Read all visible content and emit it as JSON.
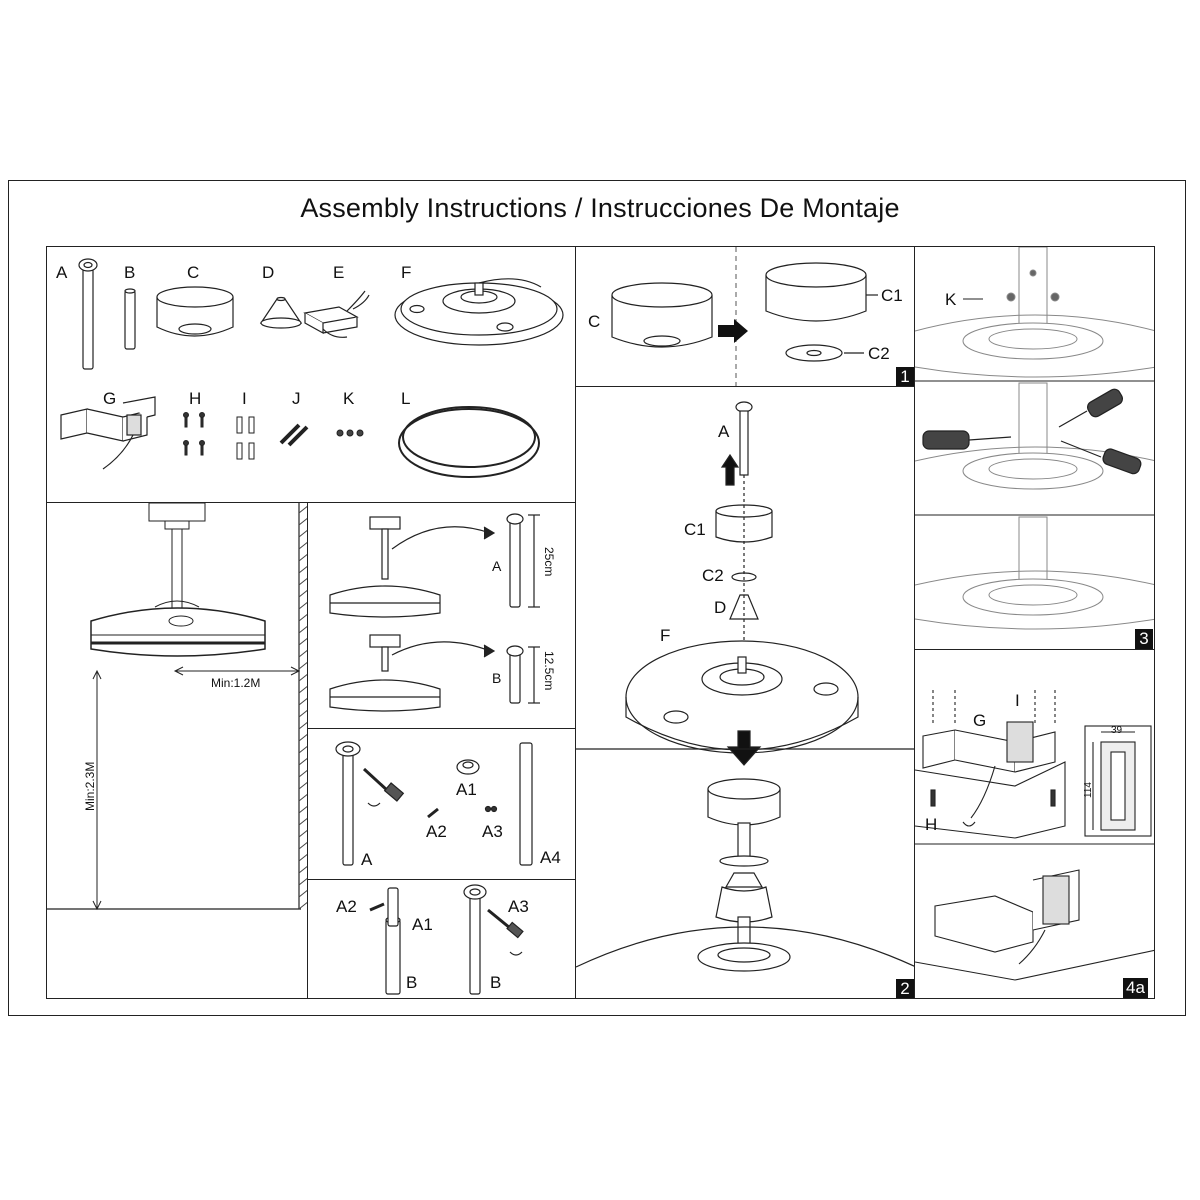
{
  "title": "Assembly Instructions / Instrucciones De Montaje",
  "parts": {
    "A": "A",
    "B": "B",
    "C": "C",
    "D": "D",
    "E": "E",
    "F": "F",
    "G": "G",
    "H": "H",
    "I": "I",
    "J": "J",
    "K": "K",
    "L": "L"
  },
  "heights": {
    "min_width": "Min:1.2M",
    "min_height": "Min:2.3M"
  },
  "rods": {
    "long_label": "A",
    "long_length": "25cm",
    "short_label": "B",
    "short_length": "12.5cm"
  },
  "rod_parts": {
    "a": "A",
    "a1": "A1",
    "a2": "A2",
    "a3": "A3",
    "a4": "A4",
    "b": "B"
  },
  "step1": {
    "c": "C",
    "c1": "C1",
    "c2": "C2",
    "number": "1"
  },
  "step2": {
    "a": "A",
    "c1": "C1",
    "c2": "C2",
    "d": "D",
    "f": "F",
    "number": "2"
  },
  "step3": {
    "k": "K",
    "number": "3"
  },
  "step4a": {
    "g": "G",
    "h": "H",
    "i": "I",
    "width": "39",
    "height": "114",
    "number": "4a"
  }
}
